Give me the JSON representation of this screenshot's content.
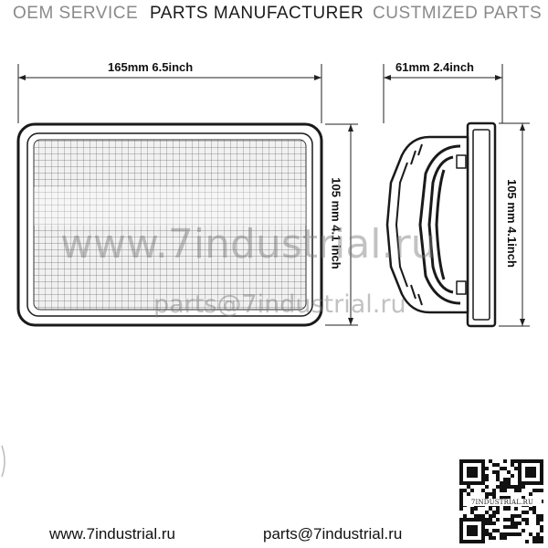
{
  "header": {
    "left": "OEM SERVICE",
    "middle": "PARTS MANUFACTURER",
    "right": "CUSTMIZED PARTS"
  },
  "front_view": {
    "width_label": "165mm  6.5inch",
    "height_label": "105 mm 4.1 inch"
  },
  "side_view": {
    "depth_label": "61mm 2.4inch",
    "height_label": "105 mm 4.1inch"
  },
  "watermarks": {
    "domain": "www.7industrial.ru",
    "email": "parts@7industrial.ru"
  },
  "footer": {
    "website": "www.7industrial.ru",
    "email": "parts@7industrial.ru"
  },
  "qr": {
    "label": "7INDUSTRIAL.RU"
  }
}
